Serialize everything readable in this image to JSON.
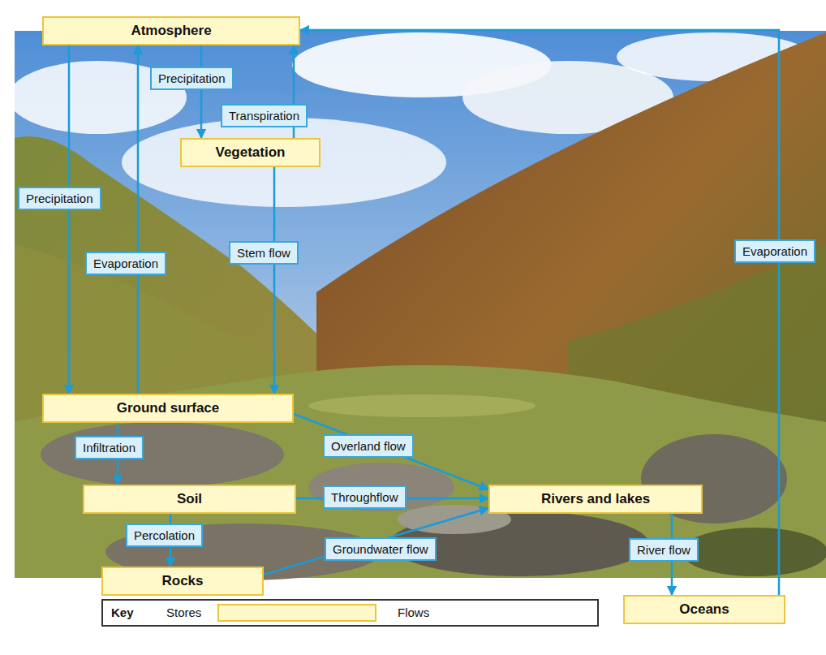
{
  "diagram": {
    "nodes": [
      {
        "text": [
          "Atmosphere"
        ]
      },
      {
        "text": [
          "Vegetation"
        ]
      },
      {
        "text": [
          "Ground surface"
        ]
      },
      {
        "text": [
          "Soil"
        ]
      },
      {
        "text": [
          "Rivers and lakes"
        ]
      },
      {
        "text": [
          "Rocks"
        ]
      },
      {
        "text": [
          "Oceans"
        ]
      }
    ],
    "edges": [
      {
        "from": 0,
        "to": 1,
        "label": "Precipitation",
        "arrow": "to"
      },
      {
        "from": 1,
        "to": 0,
        "label": "Transpiration",
        "arrow": "to"
      },
      {
        "from": 0,
        "to": 2,
        "label": "Precipitation",
        "arrow": "to"
      },
      {
        "from": 2,
        "to": 0,
        "label": "Evaporation",
        "arrow": "to"
      },
      {
        "from": 1,
        "to": 2,
        "label": "Stem flow",
        "arrow": "to"
      },
      {
        "from": 2,
        "to": 3,
        "label": "Infiltration",
        "arrow": "to"
      },
      {
        "from": 2,
        "to": 4,
        "label": "Overland flow",
        "arrow": "to"
      },
      {
        "from": 3,
        "to": 4,
        "label": "Throughflow",
        "arrow": "to"
      },
      {
        "from": 3,
        "to": 5,
        "label": "Percolation",
        "arrow": "to"
      },
      {
        "from": 5,
        "to": 4,
        "label": "Groundwater flow",
        "arrow": "to"
      },
      {
        "from": 4,
        "to": 6,
        "label": "River flow",
        "arrow": "to"
      },
      {
        "from": 6,
        "to": 0,
        "label": "Evaporation",
        "arrow": "to"
      }
    ],
    "labels": [
      "Key"
    ],
    "legend": [
      {
        "text": "Stores",
        "color": "#fff9c9"
      },
      {
        "text": "Flows"
      }
    ]
  }
}
